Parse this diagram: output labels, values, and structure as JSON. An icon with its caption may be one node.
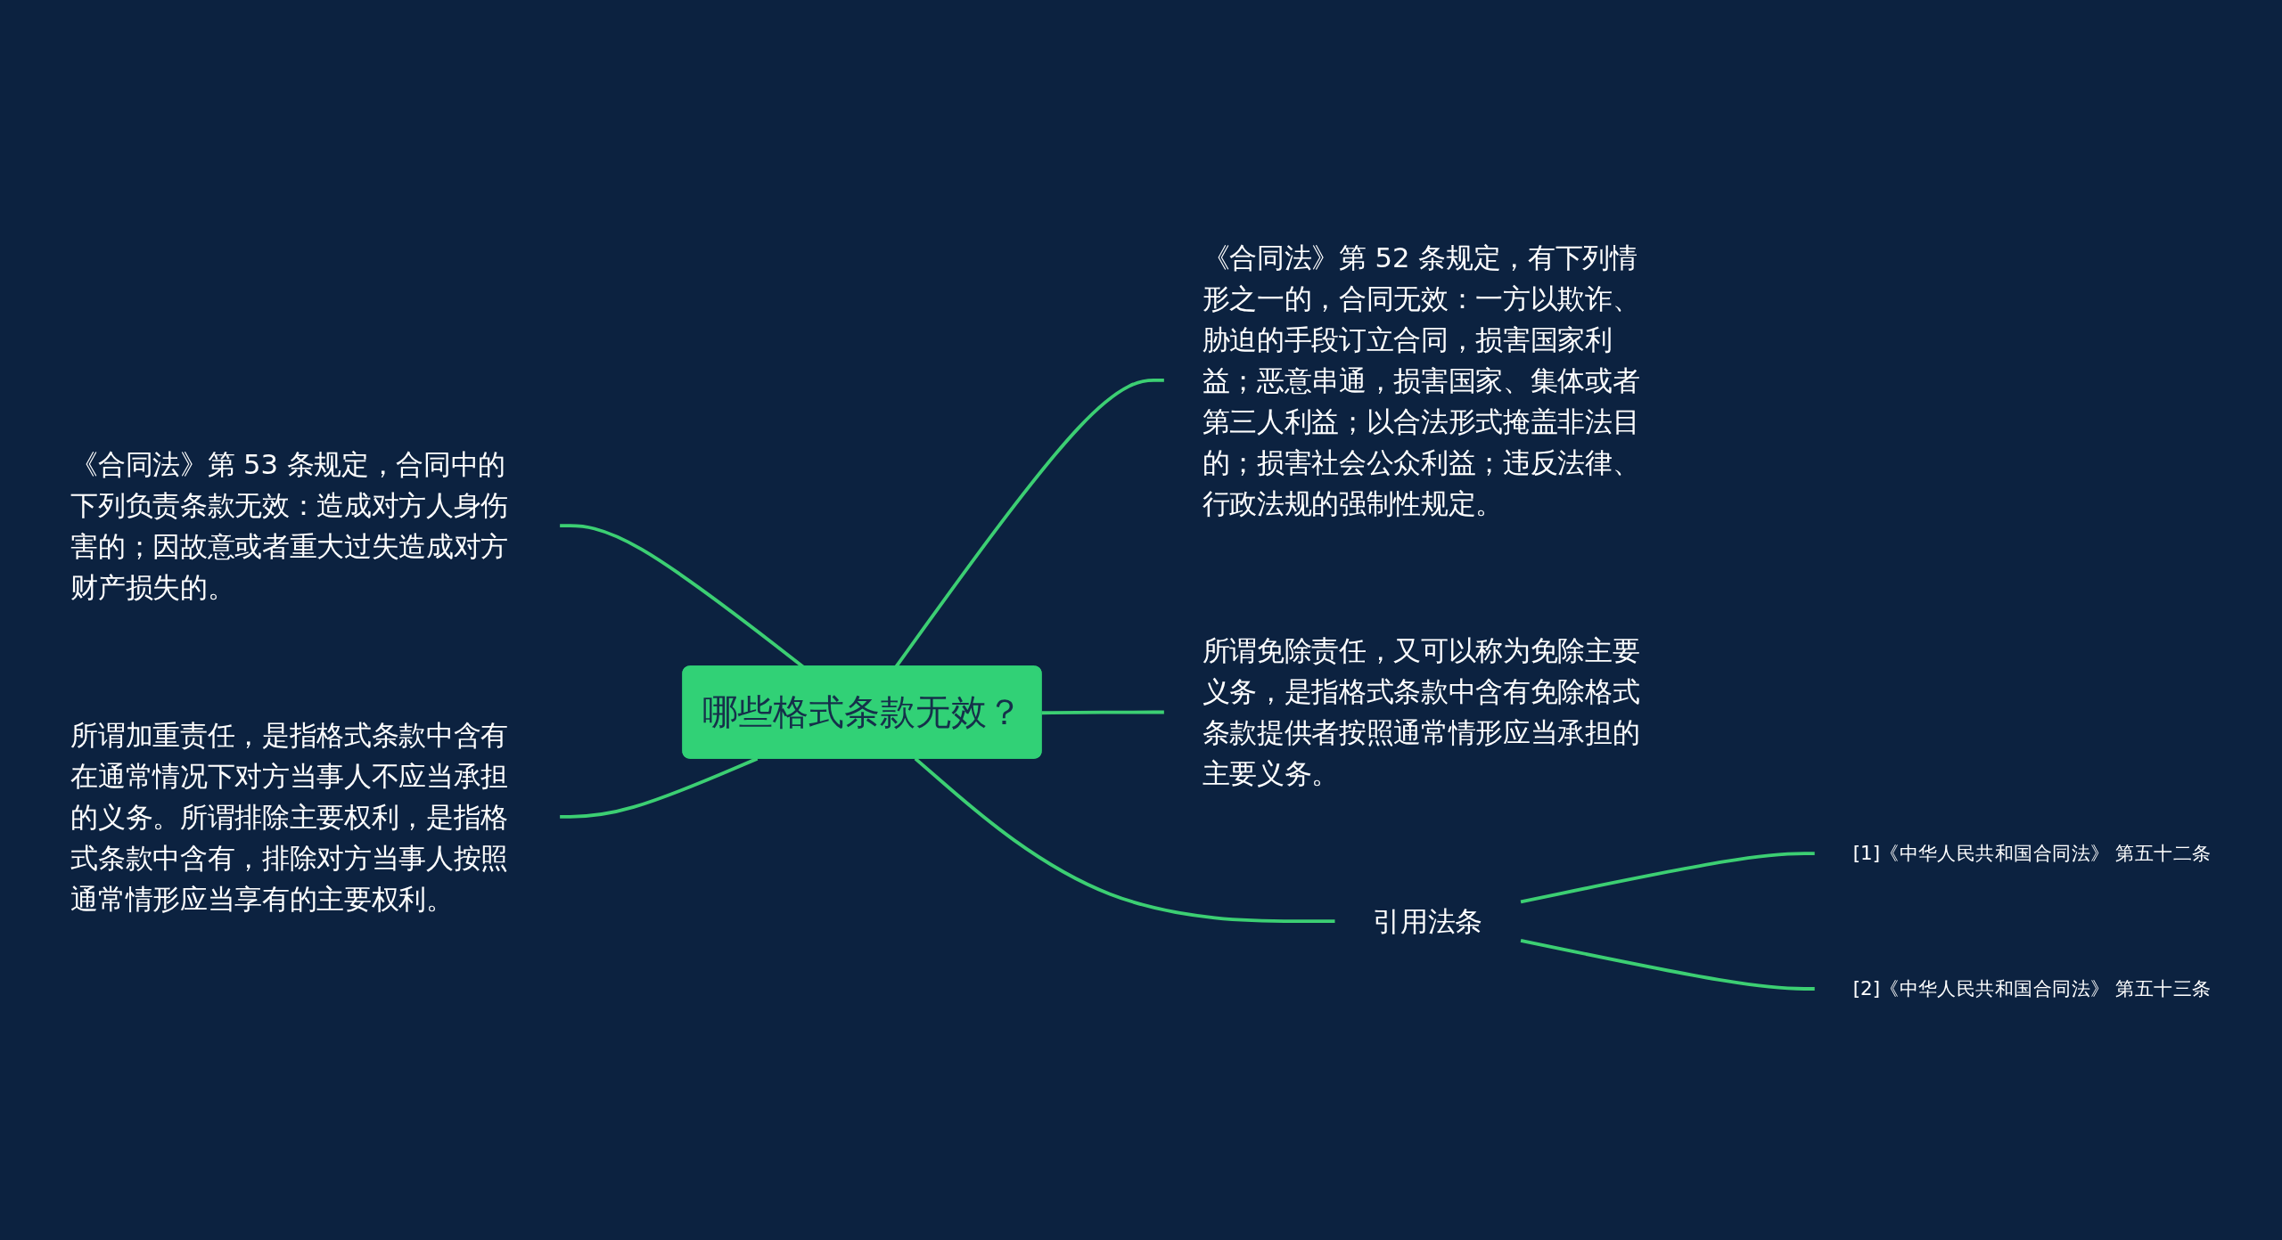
{
  "diagram": {
    "nodes": [
      {
        "text": [
          "哪些格式条款无效？"
        ]
      },
      {
        "text": [
          "《合同法》第 53 条规定，合同中的下列负责条款无效：造成对方人身伤害的；因故意或者重大过失造成对方财产损失的。"
        ]
      },
      {
        "text": [
          "所谓加重责任，是指格式条款中含有在通常情况下对方当事人不应当承担的义务。所谓排除主要权利，是指格式条款中含有，排除对方当事人按照通常情形应当享有的主要权利。"
        ]
      },
      {
        "text": [
          "《合同法》第 52 条规定，有下列情形之一的，合同无效：一方以欺诈、胁迫的手段订立合同，损害国家利益；恶意串通，损害国家、集体或者第三人利益；以合法形式掩盖非法目的；损害社会公众利益；违反法律、行政法规的强制性规定。"
        ]
      },
      {
        "text": [
          "所谓免除责任，又可以称为免除主要义务，是指格式条款中含有免除格式条款提供者按照通常情形应当承担的主要义务。"
        ]
      },
      {
        "text": [
          "引用法条"
        ]
      },
      {
        "text": [
          "[1]《中华人民共和国合同法》 第五十二条"
        ]
      },
      {
        "text": [
          "[2]《中华人民共和国合同法》 第五十三条"
        ]
      }
    ],
    "edges": [
      {
        "from": 1,
        "to": 0,
        "arrow": "none"
      },
      {
        "from": 2,
        "to": 0,
        "arrow": "none"
      },
      {
        "from": 0,
        "to": 3,
        "arrow": "none"
      },
      {
        "from": 0,
        "to": 4,
        "arrow": "none"
      },
      {
        "from": 0,
        "to": 5,
        "arrow": "none"
      },
      {
        "from": 5,
        "to": 6,
        "arrow": "none"
      },
      {
        "from": 5,
        "to": 7,
        "arrow": "none"
      }
    ]
  }
}
